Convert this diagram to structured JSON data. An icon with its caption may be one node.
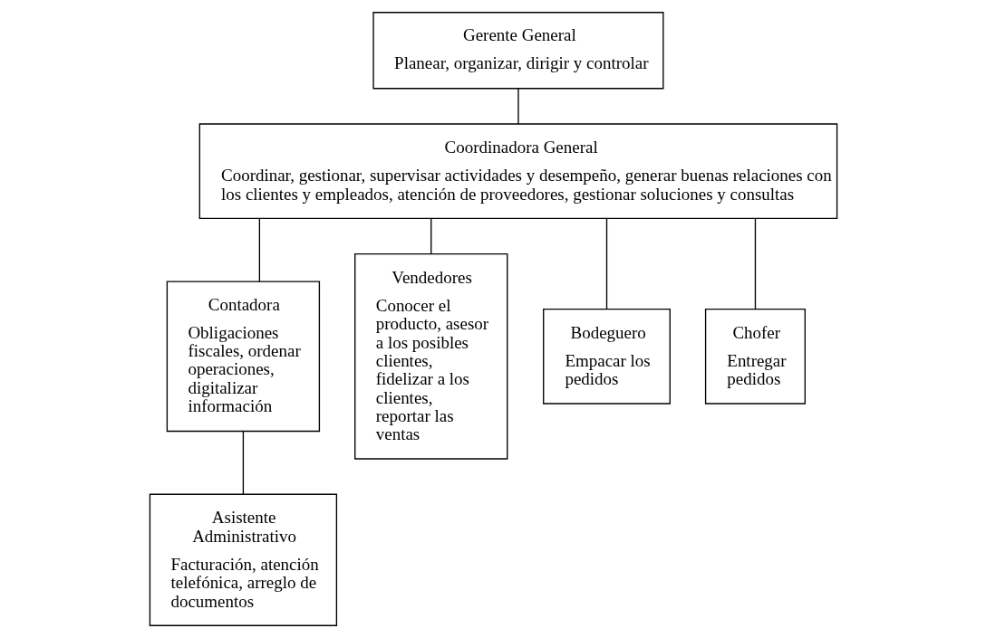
{
  "diagram": {
    "nodes": [
      {
        "text": [
          "Gerente General",
          "Planear, organizar, dirigir y controlar"
        ]
      },
      {
        "text": [
          "Coordinadora General",
          "Coordinar, gestionar, supervisar actividades y desempeño, generar buenas relaciones con los clientes y empleados, atención de proveedores, gestionar soluciones y consultas"
        ]
      },
      {
        "text": [
          "Contadora",
          "Obligaciones fiscales, ordenar operaciones, digitalizar información"
        ]
      },
      {
        "text": [
          "Vendedores",
          "Conocer el producto, asesor a los posibles clientes, fidelizar a los clientes, reportar las ventas"
        ]
      },
      {
        "text": [
          "Bodeguero",
          "Empacar los pedidos"
        ]
      },
      {
        "text": [
          "Chofer",
          "Entregar pedidos"
        ]
      },
      {
        "text": [
          "Asistente Administrativo",
          "Facturación, atención telefónica, arreglo de documentos"
        ]
      }
    ],
    "edges": [
      {
        "from": 0,
        "to": 1,
        "arrow": "none"
      },
      {
        "from": 1,
        "to": 2,
        "arrow": "none"
      },
      {
        "from": 1,
        "to": 3,
        "arrow": "none"
      },
      {
        "from": 1,
        "to": 4,
        "arrow": "none"
      },
      {
        "from": 1,
        "to": 5,
        "arrow": "none"
      },
      {
        "from": 2,
        "to": 6,
        "arrow": "none"
      }
    ]
  }
}
